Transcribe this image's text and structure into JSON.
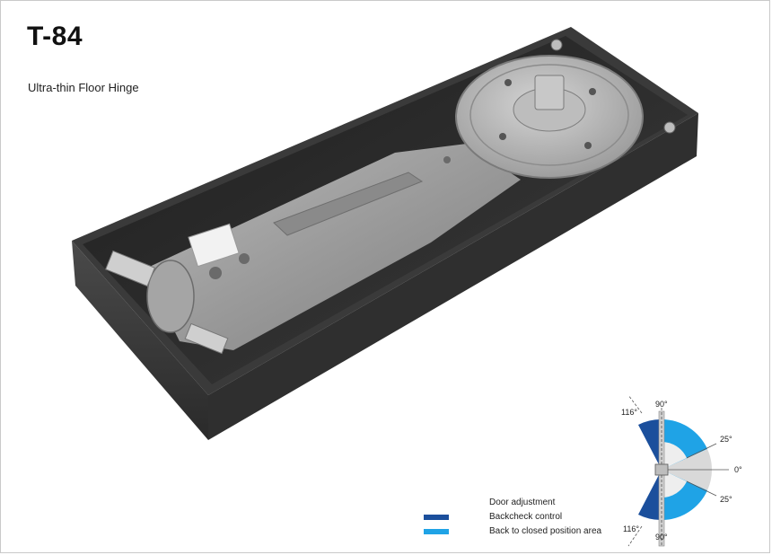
{
  "product": {
    "model": "T-84",
    "description": "Ultra-thin Floor Hinge"
  },
  "legend": {
    "items": [
      {
        "label": "Door adjustment",
        "color": ""
      },
      {
        "label": "Backcheck control",
        "color": "#1b4f9c"
      },
      {
        "label": "Back to closed position area",
        "color": "#1fa3e6"
      }
    ]
  },
  "diagram": {
    "angles": {
      "top_open": "90°",
      "top_max": "116°",
      "upper_small": "25°",
      "closed": "0°",
      "lower_small": "25°",
      "bottom_max": "116°",
      "bottom_open": "90°"
    },
    "colors": {
      "backcheck": "#1b4f9c",
      "closing": "#1fa3e6",
      "neutral": "#d9d9d9"
    }
  }
}
